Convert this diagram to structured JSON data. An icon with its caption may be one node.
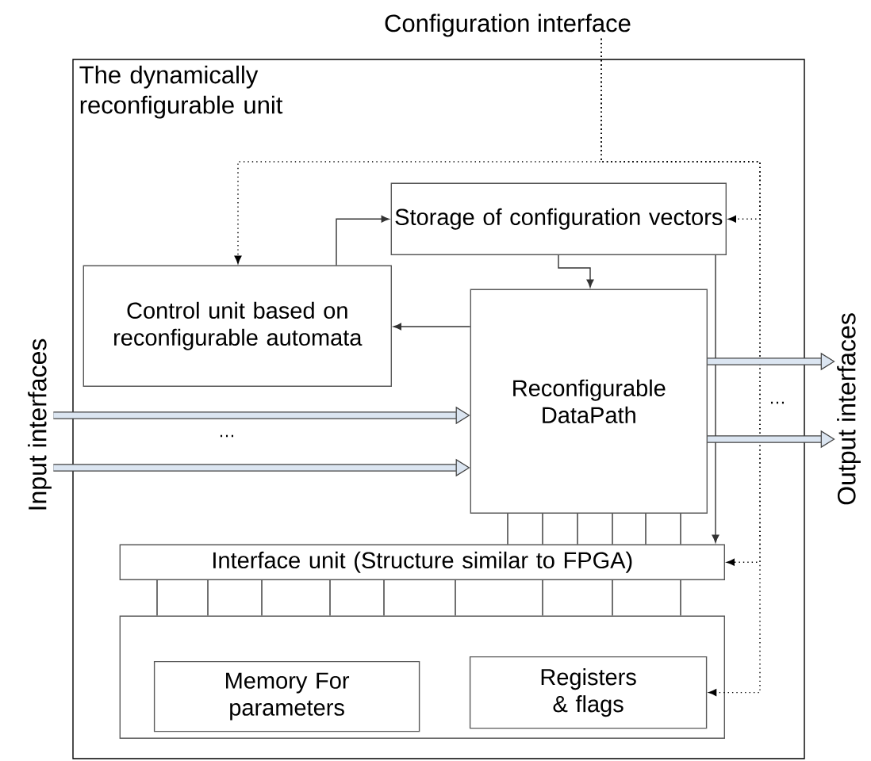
{
  "diagram": {
    "nodes": [
      {
        "text": [
          "The dynamically reconfigurable unit"
        ]
      },
      {
        "text": [
          "Storage of configuration vectors"
        ],
        "in": 0
      },
      {
        "text": [
          "Control unit based on reconfigurable automata"
        ],
        "in": 0
      },
      {
        "text": [
          "Reconfigurable DataPath"
        ],
        "in": 0
      },
      {
        "text": [
          "Interface unit (Structure similar to FPGA)"
        ],
        "in": 0
      },
      {
        "text": [],
        "shape": "box",
        "in": 0
      },
      {
        "text": [
          "Memory For parameters"
        ],
        "in": 5
      },
      {
        "text": [
          "Registers & flags"
        ],
        "in": 5
      },
      {
        "text": [
          "Configuration interface"
        ]
      },
      {
        "text": [
          "Input interfaces"
        ]
      },
      {
        "text": [
          "Output interfaces"
        ]
      }
    ],
    "edges": [
      {
        "from": 2,
        "to": 1,
        "arrow": "to"
      },
      {
        "from": 1,
        "to": 3,
        "arrow": "to"
      },
      {
        "from": 3,
        "to": 2,
        "arrow": "to"
      },
      {
        "from": 1,
        "to": 4,
        "arrow": "to"
      },
      {
        "from": 8,
        "to": 2,
        "arrow": "to",
        "style": "dashed"
      },
      {
        "from": 8,
        "to": 1,
        "arrow": "to",
        "style": "dashed"
      },
      {
        "from": 8,
        "to": 4,
        "arrow": "to",
        "style": "dashed"
      },
      {
        "from": 8,
        "to": 7,
        "arrow": "to",
        "style": "dashed"
      },
      {
        "from": 9,
        "to": 3,
        "arrow": "to",
        "style": "thick"
      },
      {
        "from": 9,
        "to": 3,
        "arrow": "to",
        "style": "thick"
      },
      {
        "from": 3,
        "to": 10,
        "arrow": "to",
        "style": "thick"
      },
      {
        "from": 3,
        "to": 10,
        "arrow": "to",
        "style": "thick"
      },
      {
        "from": 3,
        "to": 4,
        "arrow": "none"
      },
      {
        "from": 3,
        "to": 4,
        "arrow": "none"
      },
      {
        "from": 3,
        "to": 4,
        "arrow": "none"
      },
      {
        "from": 3,
        "to": 4,
        "arrow": "none"
      },
      {
        "from": 3,
        "to": 4,
        "arrow": "none"
      },
      {
        "from": 3,
        "to": 4,
        "arrow": "none"
      },
      {
        "from": 4,
        "to": 5,
        "arrow": "none"
      },
      {
        "from": 4,
        "to": 5,
        "arrow": "none"
      },
      {
        "from": 4,
        "to": 5,
        "arrow": "none"
      },
      {
        "from": 4,
        "to": 5,
        "arrow": "none"
      },
      {
        "from": 4,
        "to": 5,
        "arrow": "none"
      },
      {
        "from": 4,
        "to": 5,
        "arrow": "none"
      },
      {
        "from": 4,
        "to": 5,
        "arrow": "none"
      },
      {
        "from": 4,
        "to": 5,
        "arrow": "none"
      },
      {
        "from": 4,
        "to": 5,
        "arrow": "none"
      }
    ],
    "labels": [
      "…",
      "…"
    ]
  }
}
